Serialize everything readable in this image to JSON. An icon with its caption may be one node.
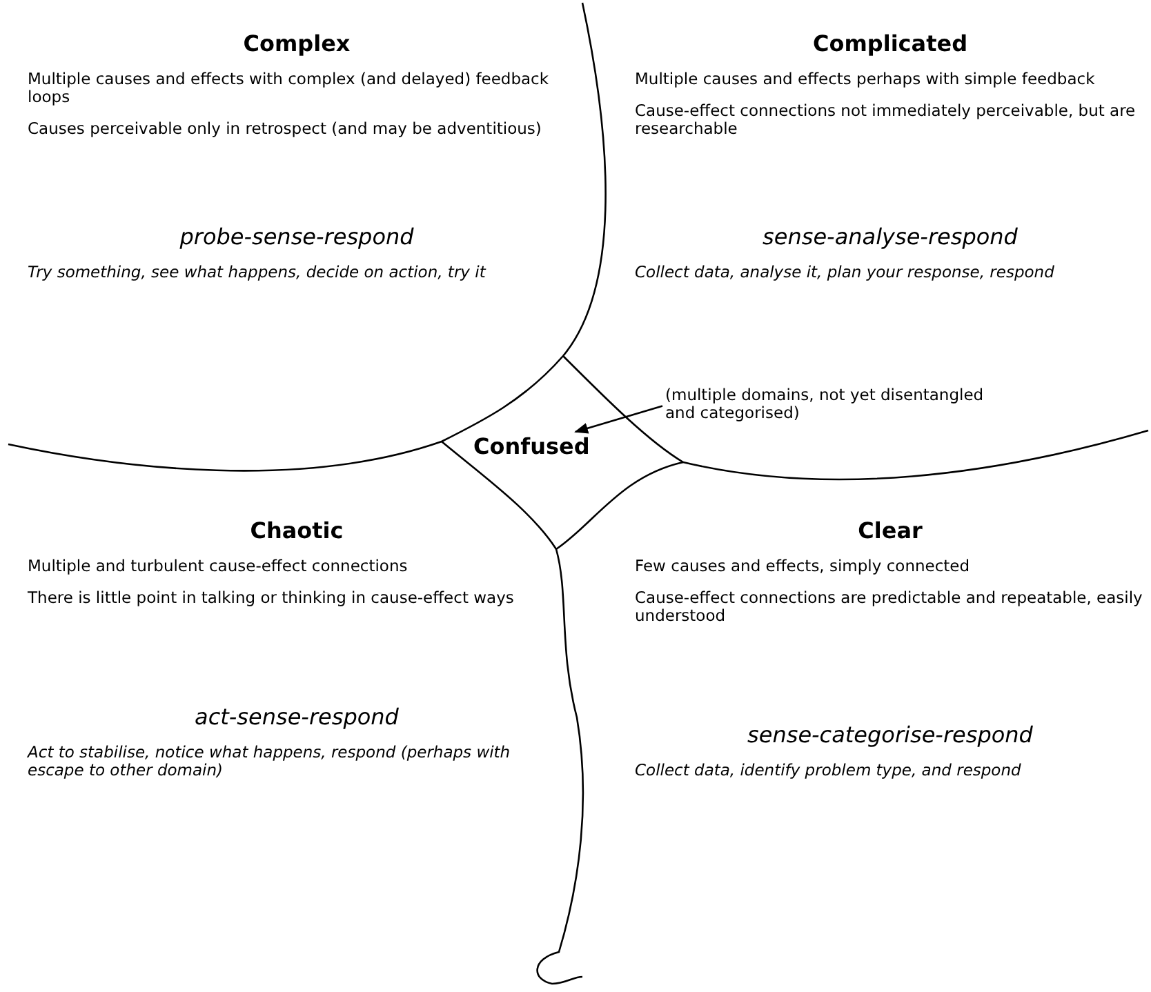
{
  "diagram": {
    "nodes": [
      {
        "text": [
          "Complex",
          "Multiple causes and effects with complex (and delayed) feedback loops",
          "Causes perceivable only in retrospect (and may be adventitious)",
          "probe-sense-respond",
          "Try something, see what happens, decide on action, try it"
        ]
      },
      {
        "text": [
          "Complicated",
          "Multiple causes and effects perhaps with simple feedback",
          "Cause-effect connections not immediately perceivable, but are researchable",
          "sense-analyse-respond",
          "Collect data, analyse it, plan your response, respond"
        ]
      },
      {
        "text": [
          "(multiple domains, not yet disentangled and categorised)"
        ]
      },
      {
        "text": [
          "Confused"
        ]
      },
      {
        "text": [
          "Chaotic",
          "Multiple and turbulent cause-effect connections",
          "There is little point in talking or thinking in cause-effect ways",
          "act-sense-respond",
          "Act to stabilise, notice what happens, respond (perhaps with escape to other domain)"
        ]
      },
      {
        "text": [
          "Clear",
          "Few causes and effects, simply connected",
          "Cause-effect connections are predictable and repeatable, easily understood",
          "sense-categorise-respond",
          "Collect data, identify problem type, and respond"
        ]
      }
    ],
    "edges": [
      {
        "from": 2,
        "to": 3,
        "arrow": "to"
      }
    ]
  }
}
